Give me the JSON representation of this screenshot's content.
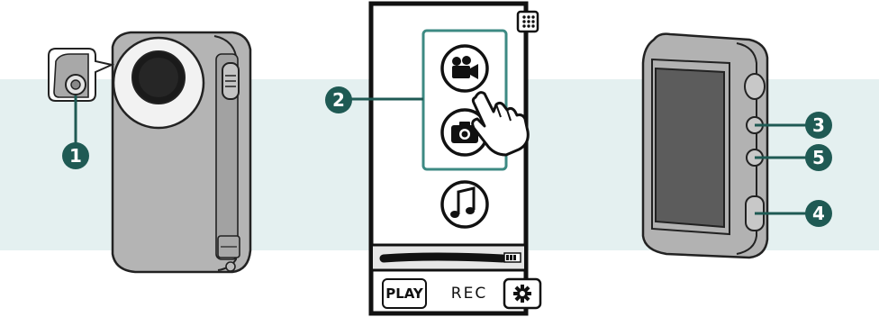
{
  "colors": {
    "band": "#e4f0f0",
    "callout_fill": "#1f5a54",
    "callout_text": "#ffffff",
    "outline": "#222222",
    "device_gray": "#9a9a9a",
    "device_light": "#c8c8c8",
    "screen_dark": "#5a5a5a",
    "highlight_box": "#3d8a83"
  },
  "callouts": [
    {
      "label": "1",
      "id": "lens-button"
    },
    {
      "label": "2",
      "id": "mode-icons"
    },
    {
      "label": "3",
      "id": "side-button-top"
    },
    {
      "label": "5",
      "id": "side-button-middle"
    },
    {
      "label": "4",
      "id": "side-button-bottom"
    }
  ],
  "screen": {
    "play_label": "PLAY",
    "rec_label": "REC",
    "icons": [
      "grid-icon",
      "video-camera-icon",
      "photo-camera-icon",
      "music-note-icon",
      "battery-icon",
      "settings-icon"
    ]
  }
}
